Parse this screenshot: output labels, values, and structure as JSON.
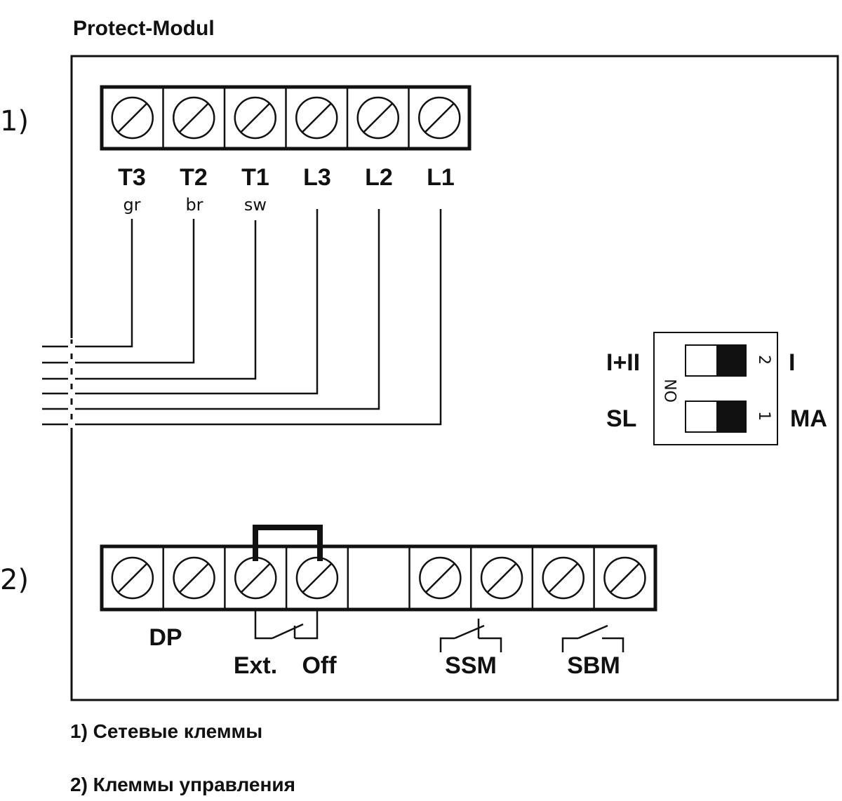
{
  "title": "Protect-Modul",
  "section_markers": [
    "1)",
    "2)"
  ],
  "power_terminals": [
    {
      "label": "T3",
      "wire": "gr"
    },
    {
      "label": "T2",
      "wire": "br"
    },
    {
      "label": "T1",
      "wire": "sw"
    },
    {
      "label": "L3",
      "wire": ""
    },
    {
      "label": "L2",
      "wire": ""
    },
    {
      "label": "L1",
      "wire": ""
    }
  ],
  "control_labels": {
    "dp": "DP",
    "ext": "Ext.",
    "off": "Off",
    "ssm": "SSM",
    "sbm": "SBM"
  },
  "dip_switch": {
    "on_label": "ON",
    "switch_numbers": [
      "2",
      "1"
    ],
    "left_labels": [
      "I+II",
      "SL"
    ],
    "right_labels": [
      "I",
      "MA"
    ]
  },
  "captions": [
    "1) Сетевые клеммы",
    "2) Клеммы управления"
  ]
}
